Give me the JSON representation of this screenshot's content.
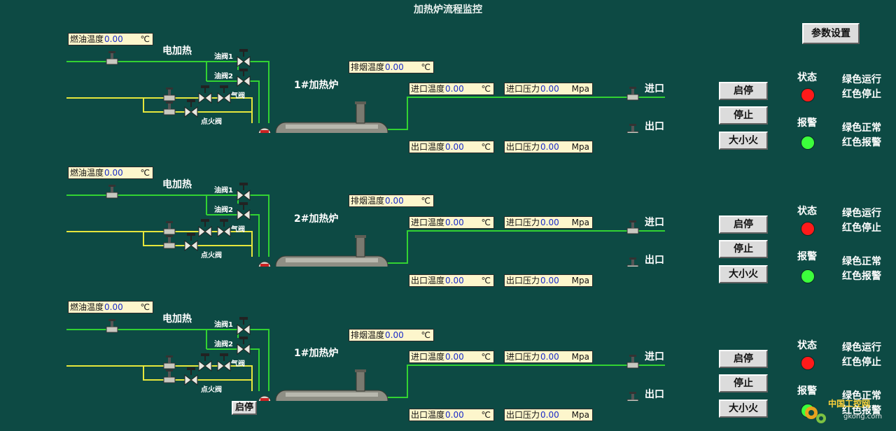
{
  "title": "加热炉流程监控",
  "param_button": "参数设置",
  "colors": {
    "pipe_green": "#32d232",
    "pipe_yellow": "#e6e63c",
    "lamp_red": "#ff1a1a",
    "lamp_green": "#3cff3c"
  },
  "units": [
    {
      "fuel_temp": {
        "label": "燃油温度",
        "value": "0.00",
        "unit": "℃"
      },
      "electric_heat": "电加热",
      "oil_valve1": "油阀1",
      "oil_valve2": "油阀2",
      "gas_valve": "气阀",
      "ignition_valve": "点火阀",
      "exhaust_temp": {
        "label": "排烟温度",
        "value": "0.00",
        "unit": "℃"
      },
      "furnace_name": "1#加热炉",
      "inlet_temp": {
        "label": "进口温度",
        "value": "0.00",
        "unit": "℃"
      },
      "inlet_pressure": {
        "label": "进口压力",
        "value": "0.00",
        "unit": "Mpa"
      },
      "outlet_temp": {
        "label": "出口温度",
        "value": "0.00",
        "unit": "℃"
      },
      "outlet_pressure": {
        "label": "出口压力",
        "value": "0.00",
        "unit": "Mpa"
      },
      "inlet_label": "进口",
      "outlet_label": "出口",
      "buttons": {
        "start_stop": "启停",
        "stop": "停止",
        "fire": "大小火"
      },
      "status_label": "状态",
      "status_green": "绿色运行",
      "status_red": "红色停止",
      "alarm_label": "报警",
      "alarm_green": "绿色正常",
      "alarm_red": "红色报警",
      "status_lamp": "red",
      "alarm_lamp": "green"
    },
    {
      "fuel_temp": {
        "label": "燃油温度",
        "value": "0.00",
        "unit": "℃"
      },
      "electric_heat": "电加热",
      "oil_valve1": "油阀1",
      "oil_valve2": "油阀2",
      "gas_valve": "气阀",
      "ignition_valve": "点火阀",
      "exhaust_temp": {
        "label": "排烟温度",
        "value": "0.00",
        "unit": "℃"
      },
      "furnace_name": "2#加热炉",
      "inlet_temp": {
        "label": "进口温度",
        "value": "0.00",
        "unit": "℃"
      },
      "inlet_pressure": {
        "label": "进口压力",
        "value": "0.00",
        "unit": "Mpa"
      },
      "outlet_temp": {
        "label": "出口温度",
        "value": "0.00",
        "unit": "℃"
      },
      "outlet_pressure": {
        "label": "出口压力",
        "value": "0.00",
        "unit": "Mpa"
      },
      "inlet_label": "进口",
      "outlet_label": "出口",
      "buttons": {
        "start_stop": "启停",
        "stop": "停止",
        "fire": "大小火"
      },
      "status_label": "状态",
      "status_green": "绿色运行",
      "status_red": "红色停止",
      "alarm_label": "报警",
      "alarm_green": "绿色正常",
      "alarm_red": "红色报警",
      "status_lamp": "red",
      "alarm_lamp": "green"
    },
    {
      "fuel_temp": {
        "label": "燃油温度",
        "value": "0.00",
        "unit": "℃"
      },
      "electric_heat": "电加热",
      "oil_valve1": "油阀1",
      "oil_valve2": "油阀2",
      "gas_valve": "气阀",
      "ignition_valve": "点火阀",
      "exhaust_temp": {
        "label": "排烟温度",
        "value": "0.00",
        "unit": "℃"
      },
      "furnace_name": "1#加热炉",
      "inlet_temp": {
        "label": "进口温度",
        "value": "0.00",
        "unit": "℃"
      },
      "inlet_pressure": {
        "label": "进口压力",
        "value": "0.00",
        "unit": "Mpa"
      },
      "outlet_temp": {
        "label": "出口温度",
        "value": "0.00",
        "unit": "℃"
      },
      "outlet_pressure": {
        "label": "出口压力",
        "value": "0.00",
        "unit": "Mpa"
      },
      "inlet_label": "进口",
      "outlet_label": "出口",
      "buttons": {
        "start_stop": "启停",
        "stop": "停止",
        "fire": "大小火"
      },
      "status_label": "状态",
      "status_green": "绿色运行",
      "status_red": "红色停止",
      "alarm_label": "报警",
      "alarm_green": "绿色正常",
      "alarm_red": "红色报警",
      "status_lamp": "red",
      "alarm_lamp": "green",
      "burner_tag": "启停"
    }
  ],
  "watermark": {
    "text": "中国工控网",
    "url": "gkong.com"
  }
}
